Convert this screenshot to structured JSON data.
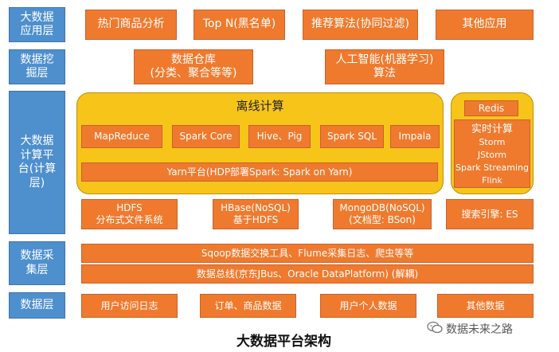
{
  "layers": {
    "app": [
      "大数据",
      "应用层"
    ],
    "mining": [
      "数据挖",
      "掘层"
    ],
    "compute": [
      "大数据",
      "计算平",
      "台(计算",
      "层)"
    ],
    "collect": [
      "数据采",
      "集层"
    ],
    "data": [
      "数据层"
    ]
  },
  "app_row": [
    "热门商品分析",
    "Top N(黑名单)",
    "推荐算法(协同过滤)",
    "其他应用"
  ],
  "mining_row": {
    "warehouse": [
      "数据仓库",
      "(分类、聚合等等)"
    ],
    "ai": [
      "人工智能(机器学习)",
      "算法"
    ]
  },
  "offline": {
    "title": "离线计算",
    "items": [
      "MapReduce",
      "Spark Core",
      "Hive、Pig",
      "Spark SQL",
      "Impala"
    ],
    "yarn": "Yarn平台(HDP部署Spark: Spark on Yarn)"
  },
  "realtime": {
    "redis": "Redis",
    "title": "实时计算",
    "items": [
      "Storm",
      "JStorm",
      "Spark Streaming",
      "Flink"
    ]
  },
  "storage": {
    "hdfs": [
      "HDFS",
      "分布式文件系统"
    ],
    "hbase": [
      "HBase(NoSQL)",
      "基于HDFS"
    ],
    "mongodb": [
      "MongoDB(NoSQL)",
      "(文档型: BSon)"
    ],
    "search": "搜索引擎: ES"
  },
  "collect_row": {
    "tools": "Sqoop数据交换工具、Flume采集日志、爬虫等等",
    "bus": "数据总线(京东JBus、Oracle DataPlatform) (解耦)"
  },
  "data_row": [
    "用户访问日志",
    "订单、商品数据",
    "用户个人数据",
    "其他数据"
  ],
  "caption": "大数据平台架构",
  "watermark": "数据未来之路",
  "colors": {
    "layer": "#4e8fce",
    "box": "#ef7a2e",
    "group": "#f7c41a"
  }
}
